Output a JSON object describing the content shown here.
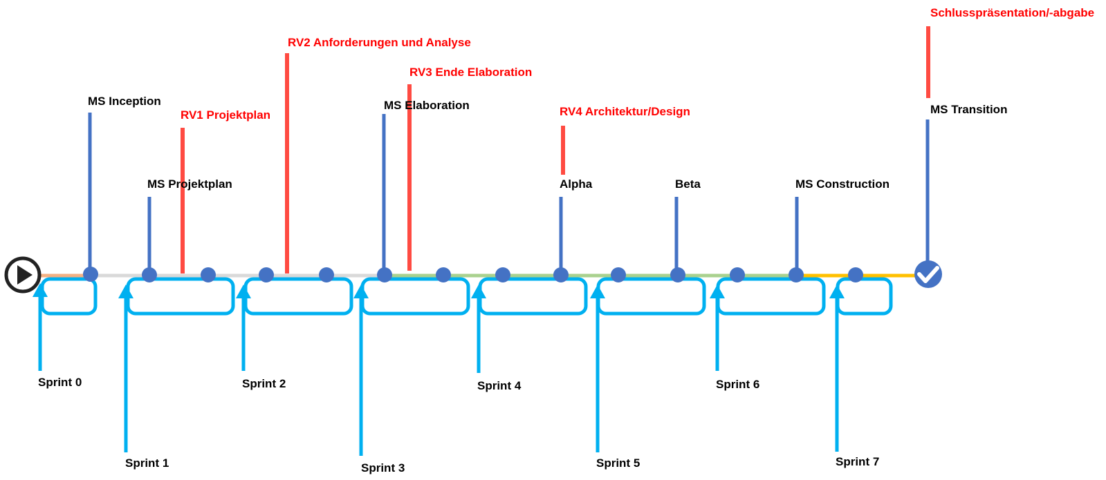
{
  "colors": {
    "milestone": "#4472C4",
    "review": "#FF4B42",
    "review_text": "#FF0000",
    "sprint": "#00B0F0",
    "node": "#4472C4",
    "text": "#000000",
    "track_segments": [
      "#F4B183",
      "#D9D9D9",
      "#A9D18E",
      "#FFC000"
    ]
  },
  "icons": {
    "start": "play-icon",
    "end": "checkmark-icon"
  },
  "milestones": [
    {
      "label": "MS Inception"
    },
    {
      "label": "MS Projektplan"
    },
    {
      "label": "MS Elaboration"
    },
    {
      "label": "Alpha"
    },
    {
      "label": "Beta"
    },
    {
      "label": "MS Construction"
    },
    {
      "label": "MS Transition"
    }
  ],
  "reviews": [
    {
      "label": "RV1 Projektplan"
    },
    {
      "label": "RV2 Anforderungen und Analyse"
    },
    {
      "label": "RV3 Ende Elaboration"
    },
    {
      "label": "RV4 Architektur/Design"
    },
    {
      "label": "Schlusspräsentation/-abgabe"
    }
  ],
  "sprints": [
    {
      "label": "Sprint 0"
    },
    {
      "label": "Sprint 1"
    },
    {
      "label": "Sprint 2"
    },
    {
      "label": "Sprint 3"
    },
    {
      "label": "Sprint 4"
    },
    {
      "label": "Sprint 5"
    },
    {
      "label": "Sprint 6"
    },
    {
      "label": "Sprint 7"
    }
  ]
}
